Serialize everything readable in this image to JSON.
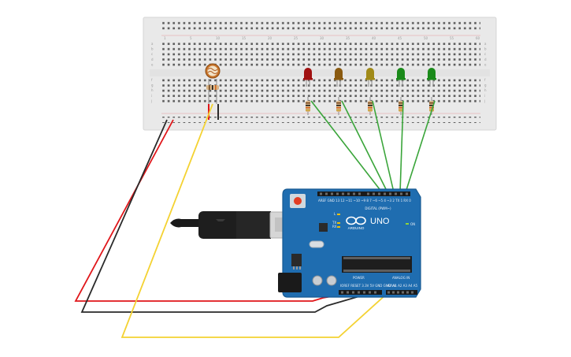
{
  "arduino": {
    "brand": "ARDUINO",
    "model": "UNO",
    "digital_label": "DIGITAL (PWM~)",
    "power_label": "POWER",
    "analog_label": "ANALOG IN",
    "on_label": "ON",
    "tx_label": "TX",
    "rx_label": "RX",
    "l_label": "L",
    "board_color": "#1f6db0",
    "power_pins": [
      "IOREF",
      "RESET",
      "3.3V",
      "5V",
      "GND",
      "GND",
      "Vin"
    ],
    "analog_pins": [
      "A0",
      "A1",
      "A2",
      "A3",
      "A4",
      "A5"
    ],
    "digital_pins": [
      "AREF",
      "GND",
      "13",
      "12",
      "~11",
      "~10",
      "~9",
      "8",
      "7",
      "~6",
      "~5",
      "4",
      "~3",
      "2",
      "TX 1",
      "RX 0"
    ]
  },
  "breadboard": {
    "row_letters": [
      "a",
      "b",
      "c",
      "d",
      "e",
      "f",
      "g",
      "h",
      "i",
      "j"
    ],
    "column_numbers": [
      "1",
      "5",
      "10",
      "15",
      "20",
      "25",
      "30",
      "35",
      "40",
      "45",
      "50",
      "55",
      "60"
    ]
  },
  "leds": [
    {
      "name": "led-red",
      "color": "#a01010"
    },
    {
      "name": "led-orange",
      "color": "#8a5a10"
    },
    {
      "name": "led-yellow",
      "color": "#a08a18"
    },
    {
      "name": "led-green-1",
      "color": "#1a8a1a"
    },
    {
      "name": "led-green-2",
      "color": "#1a8a1a"
    }
  ],
  "wire_colors": {
    "red": "#e0161a",
    "black": "#2a2a2a",
    "yellow": "#f4d232",
    "green": "#3aa53a"
  }
}
